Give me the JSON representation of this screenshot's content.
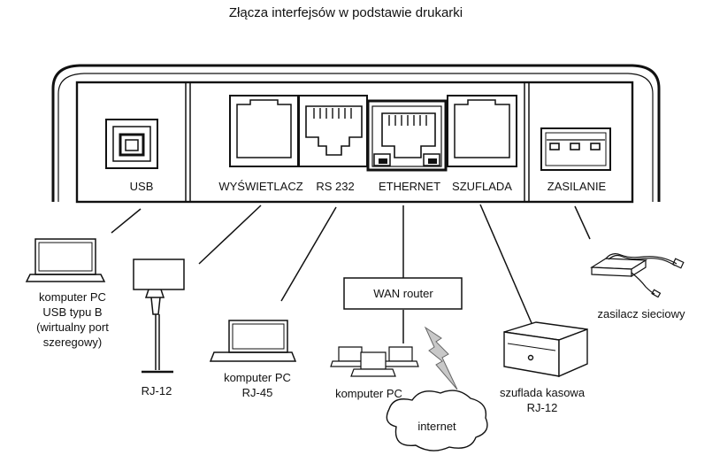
{
  "title": "Złącza interfejsów w podstawie drukarki",
  "ports": {
    "usb": "USB",
    "display": "WYŚWIETLACZ",
    "rs232": "RS 232",
    "ethernet": "ETHERNET",
    "drawer": "SZUFLADA",
    "power": "ZASILANIE"
  },
  "devices": {
    "pc_usb": [
      "komputer PC",
      "USB typu B",
      "(wirtualny port",
      "szeregowy)"
    ],
    "display_rj12": "RJ-12",
    "pc_rj45": [
      "komputer PC",
      "RJ-45"
    ],
    "router": "WAN router",
    "pc_network": "komputer PC",
    "internet": "internet",
    "cash_drawer": [
      "szuflada kasowa",
      "RJ-12"
    ],
    "power_adapter": "zasilacz sieciowy"
  }
}
